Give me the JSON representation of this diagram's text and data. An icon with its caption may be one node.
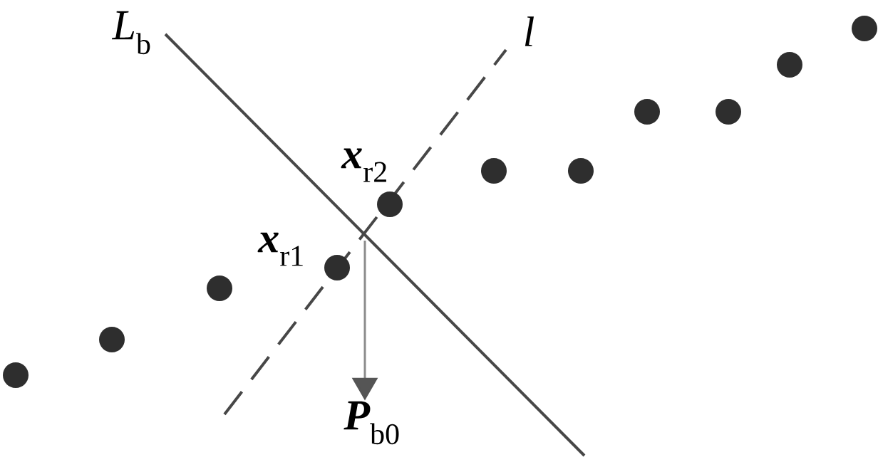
{
  "diagram": {
    "nodes": [
      {
        "text": [],
        "shape": "circle"
      },
      {
        "text": [],
        "shape": "circle"
      },
      {
        "text": [],
        "shape": "circle"
      },
      {
        "text": [],
        "shape": "circle",
        "beside": [
          "**x**$_{r1}$"
        ]
      },
      {
        "text": [],
        "shape": "circle",
        "beside": [
          "**x**$_{r2}$"
        ]
      },
      {
        "text": [],
        "shape": "circle"
      },
      {
        "text": [],
        "shape": "circle"
      },
      {
        "text": [],
        "shape": "circle"
      },
      {
        "text": [],
        "shape": "circle"
      },
      {
        "text": [],
        "shape": "circle"
      },
      {
        "text": [],
        "shape": "circle"
      },
      {
        "text": [
          "**P**$_{b0}$"
        ]
      }
    ],
    "edges": [
      {
        "from": null,
        "to": 11,
        "arrow": "to"
      }
    ],
    "labels": [
      "*L*$_{b}$",
      "l"
    ]
  }
}
